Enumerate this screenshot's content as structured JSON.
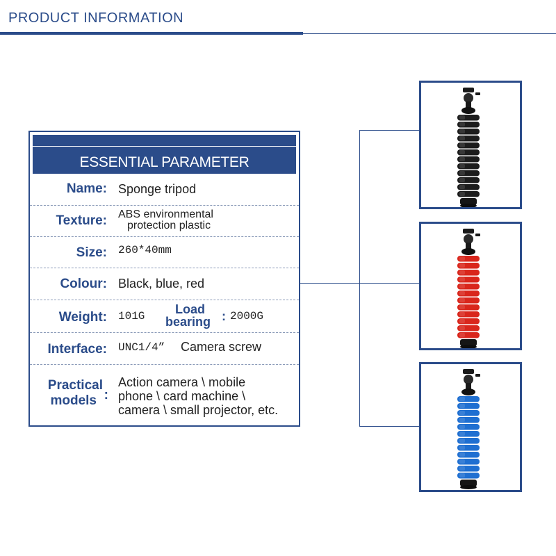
{
  "header": {
    "title": "PRODUCT INFORMATION"
  },
  "panel": {
    "title": "ESSENTIAL PARAMETER",
    "name": {
      "label": "Name:",
      "value": "Sponge tripod"
    },
    "texture": {
      "label": "Texture:",
      "value_line1": "ABS environmental",
      "value_line2": "protection plastic"
    },
    "size": {
      "label": "Size:",
      "value": "260*40mm"
    },
    "colour": {
      "label": "Colour:",
      "value": "Black, blue, red"
    },
    "weight": {
      "label": "Weight:",
      "value": "101G",
      "load_label_line1": "Load",
      "load_label_line2": "bearing",
      "load_colon": ":",
      "load_value": "2000G"
    },
    "interface": {
      "label": "Interface:",
      "value_code": "UNC1/4”",
      "value_text": "Camera screw"
    },
    "practical": {
      "label_line1": "Practical",
      "label_line2": "models",
      "colon": ":",
      "value_line1": "Action camera \\ mobile",
      "value_line2": "phone \\ card machine \\",
      "value_line3": "camera \\ small projector, etc."
    }
  },
  "products": [
    {
      "color_name": "black",
      "sponge_color": "#1c1c1c"
    },
    {
      "color_name": "red",
      "sponge_color": "#d9261c"
    },
    {
      "color_name": "blue",
      "sponge_color": "#1f6fd1"
    }
  ],
  "colors": {
    "accent": "#2b4c8a"
  }
}
